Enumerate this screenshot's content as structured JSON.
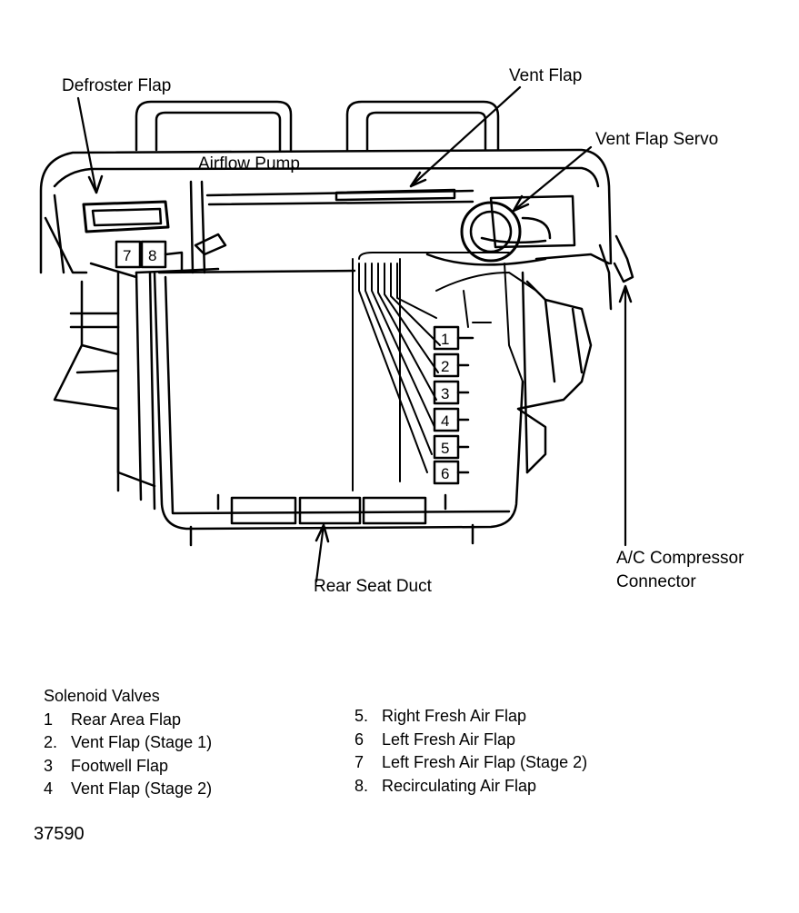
{
  "labels": {
    "defroster_flap": "Defroster Flap",
    "vent_flap": "Vent Flap",
    "vent_flap_servo": "Vent Flap Servo",
    "airflow_pump": "Airflow Pump",
    "rear_seat_duct": "Rear Seat Duct",
    "ac_compressor_line1": "A/C Compressor",
    "ac_compressor_line2": "Connector"
  },
  "valve_tags": {
    "v1": "1",
    "v2": "2",
    "v3": "3",
    "v4": "4",
    "v5": "5",
    "v6": "6",
    "v7": "7",
    "v8": "8"
  },
  "legend": {
    "title": "Solenoid Valves",
    "left": [
      {
        "num": "1",
        "text": "Rear Area Flap"
      },
      {
        "num": "2.",
        "text": "Vent Flap (Stage 1)"
      },
      {
        "num": "3",
        "text": "Footwell Flap"
      },
      {
        "num": "4",
        "text": "Vent Flap (Stage 2)"
      }
    ],
    "right": [
      {
        "num": "5.",
        "text": "Right Fresh Air Flap"
      },
      {
        "num": "6",
        "text": "Left Fresh Air Flap"
      },
      {
        "num": "7",
        "text": "Left Fresh Air Flap (Stage 2)"
      },
      {
        "num": "8.",
        "text": "Recirculating Air Flap"
      }
    ]
  },
  "figure_number": "37590",
  "colors": {
    "ink": "#000000",
    "paper": "#ffffff"
  }
}
